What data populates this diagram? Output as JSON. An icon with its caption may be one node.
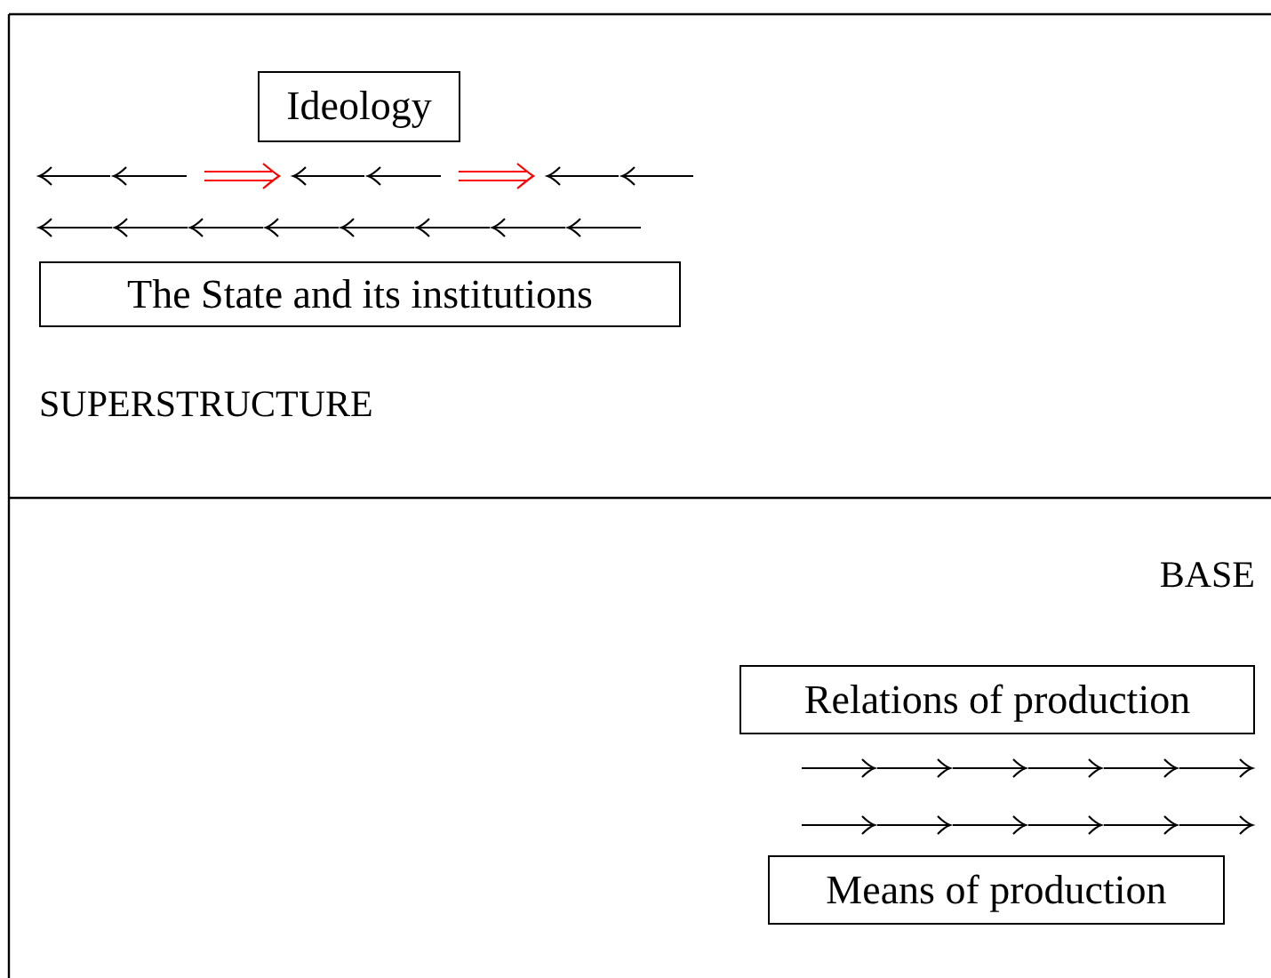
{
  "diagram": {
    "nodes": [
      {
        "text": [
          "Ideology"
        ]
      },
      {
        "text": [
          "The State and its institutions"
        ]
      },
      {
        "text": [
          "Relations of production"
        ]
      },
      {
        "text": [
          "Means of production"
        ]
      }
    ],
    "labels": [
      "SUPERSTRUCTURE",
      "BASE"
    ]
  }
}
